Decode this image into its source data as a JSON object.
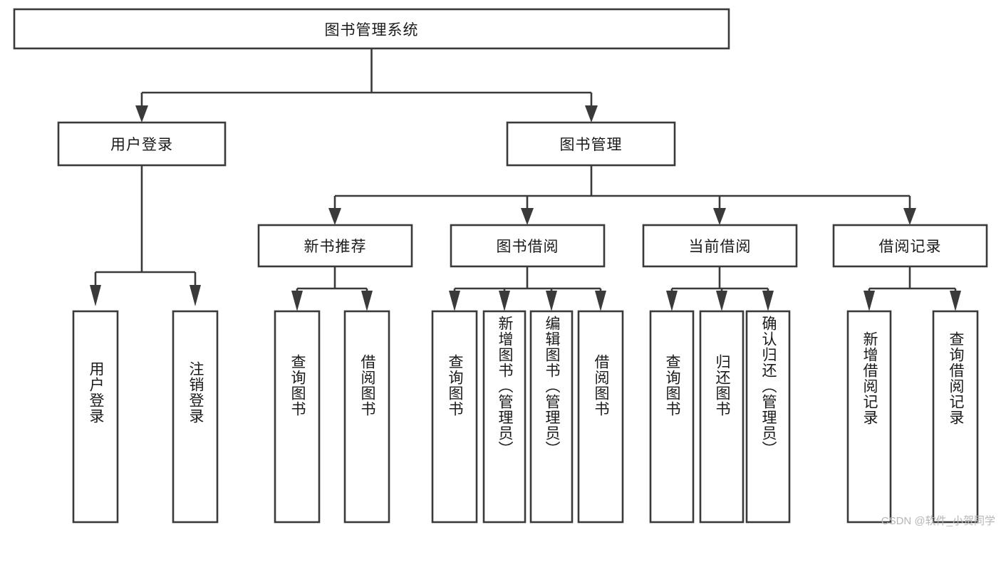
{
  "diagram": {
    "type": "tree-hierarchy",
    "title": "图书管理系统",
    "orientation": "top-down",
    "watermark": "CSDN @软件_小贺同学",
    "colors": {
      "stroke": "#3a3a3a",
      "fill": "#ffffff",
      "text": "#1a1a1a",
      "watermark": "#b6b6b6",
      "background": "#ffffff"
    },
    "root": {
      "label": "图书管理系统",
      "orientation": "horizontal"
    },
    "level1": [
      {
        "label": "用户登录",
        "orientation": "horizontal"
      },
      {
        "label": "图书管理",
        "orientation": "horizontal"
      }
    ],
    "level2": [
      {
        "label": "新书推荐",
        "orientation": "horizontal",
        "parent": "图书管理"
      },
      {
        "label": "图书借阅",
        "orientation": "horizontal",
        "parent": "图书管理"
      },
      {
        "label": "当前借阅",
        "orientation": "horizontal",
        "parent": "图书管理"
      },
      {
        "label": "借阅记录",
        "orientation": "horizontal",
        "parent": "图书管理"
      }
    ],
    "leaves": {
      "用户登录": [
        {
          "label": "用户登录",
          "orientation": "vertical"
        },
        {
          "label": "注销登录",
          "orientation": "vertical"
        }
      ],
      "新书推荐": [
        {
          "label": "查询图书",
          "orientation": "vertical"
        },
        {
          "label": "借阅图书",
          "orientation": "vertical"
        }
      ],
      "图书借阅": [
        {
          "label": "查询图书",
          "orientation": "vertical"
        },
        {
          "label": "新增图书（管理员）",
          "orientation": "vertical"
        },
        {
          "label": "编辑图书（管理员）",
          "orientation": "vertical"
        },
        {
          "label": "借阅图书",
          "orientation": "vertical"
        }
      ],
      "当前借阅": [
        {
          "label": "查询图书",
          "orientation": "vertical"
        },
        {
          "label": "归还图书",
          "orientation": "vertical"
        },
        {
          "label": "确认归还（管理员）",
          "orientation": "vertical"
        }
      ],
      "借阅记录": [
        {
          "label": "新增借阅记录",
          "orientation": "vertical"
        },
        {
          "label": "查询借阅记录",
          "orientation": "vertical"
        }
      ]
    }
  }
}
